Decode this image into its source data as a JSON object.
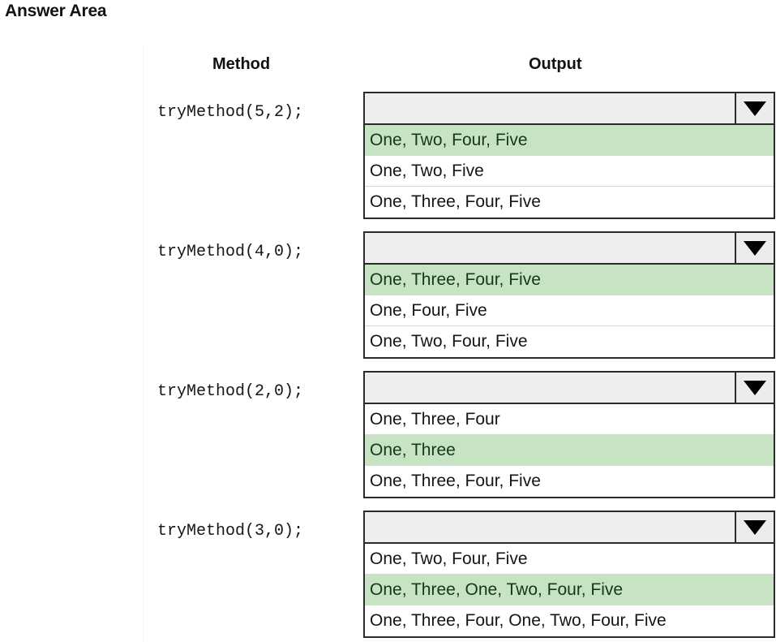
{
  "page": {
    "title": "Answer Area"
  },
  "headers": {
    "method": "Method",
    "output": "Output"
  },
  "icons": {
    "dropdown_arrow": "chevron-down-icon"
  },
  "colors": {
    "selected_row_background": "#c8e2c4",
    "selected_row_text": "#14381a",
    "dropdown_field_background": "#eeeeee",
    "border": "#2b2b2b",
    "row_separator": "#d8d8d8",
    "page_background": "#ffffff",
    "text": "#151515"
  },
  "rows": [
    {
      "method": "tryMethod(5,2);",
      "selected_value": "",
      "options": [
        {
          "label": "One, Two, Four, Five",
          "selected": true
        },
        {
          "label": "One, Two, Five",
          "selected": false
        },
        {
          "label": "One, Three, Four, Five",
          "selected": false
        }
      ]
    },
    {
      "method": "tryMethod(4,0);",
      "selected_value": "",
      "options": [
        {
          "label": "One, Three, Four, Five",
          "selected": true
        },
        {
          "label": "One, Four, Five",
          "selected": false
        },
        {
          "label": "One, Two, Four, Five",
          "selected": false
        }
      ]
    },
    {
      "method": "tryMethod(2,0);",
      "selected_value": "",
      "options": [
        {
          "label": "One, Three, Four",
          "selected": false
        },
        {
          "label": "One, Three",
          "selected": true
        },
        {
          "label": "One, Three, Four, Five",
          "selected": false
        }
      ]
    },
    {
      "method": "tryMethod(3,0);",
      "selected_value": "",
      "options": [
        {
          "label": "One, Two, Four, Five",
          "selected": false
        },
        {
          "label": "One, Three, One, Two, Four, Five",
          "selected": true
        },
        {
          "label": "One, Three, Four, One, Two, Four, Five",
          "selected": false
        }
      ]
    }
  ]
}
